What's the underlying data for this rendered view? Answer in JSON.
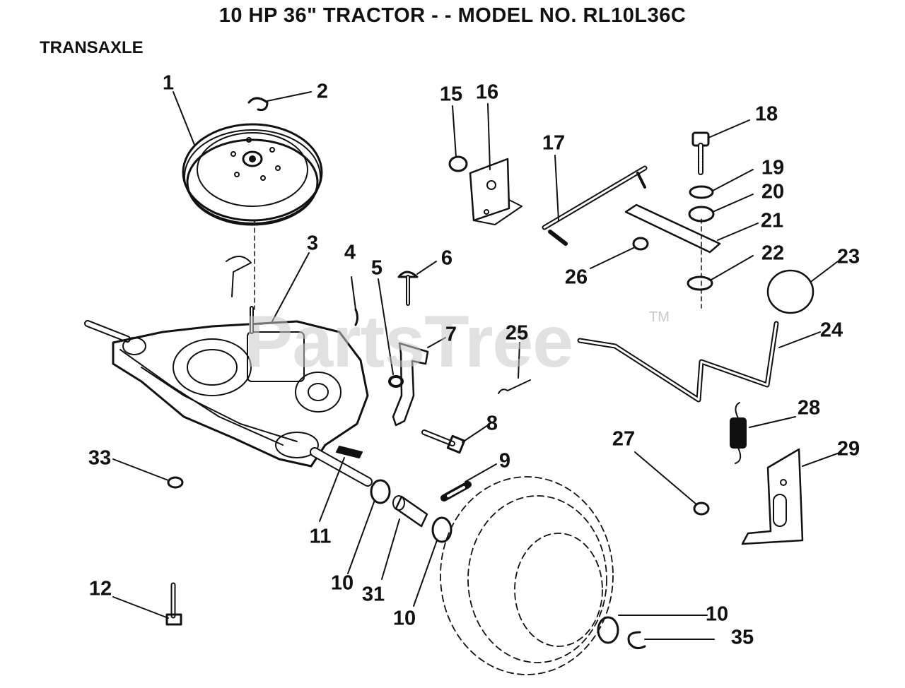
{
  "header": {
    "title": "10 HP 36\" TRACTOR - - MODEL NO. RL10L36C",
    "section": "TRANSAXLE"
  },
  "watermark": {
    "text": "PartsTree",
    "trademark": "TM"
  },
  "callouts": {
    "n1": "1",
    "n2": "2",
    "n3": "3",
    "n4": "4",
    "n5": "5",
    "n6": "6",
    "n7": "7",
    "n8": "8",
    "n9": "9",
    "n10a": "10",
    "n10b": "10",
    "n10c": "10",
    "n11": "11",
    "n12": "12",
    "n15": "15",
    "n16": "16",
    "n17": "17",
    "n18": "18",
    "n19": "19",
    "n20": "20",
    "n21": "21",
    "n22": "22",
    "n23": "23",
    "n24": "24",
    "n25": "25",
    "n26": "26",
    "n27": "27",
    "n28": "28",
    "n29": "29",
    "n31": "31",
    "n33": "33",
    "n35": "35"
  }
}
